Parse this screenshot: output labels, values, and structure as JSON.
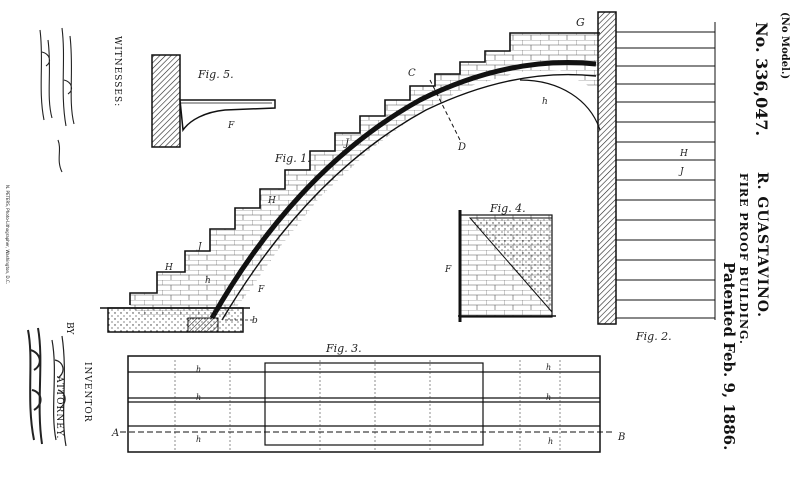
{
  "header": {
    "model_note": "(No Model.)",
    "patent_number": "No. 336,047.",
    "inventor_name": "R. GUASTAVINO.",
    "title": "FIRE PROOF BUILDING.",
    "patent_date": "Patented Feb. 9, 1886."
  },
  "figures": {
    "fig1": "Fig. 1.",
    "fig2": "Fig. 2.",
    "fig3": "Fig. 3.",
    "fig4": "Fig. 4.",
    "fig5": "Fig. 5."
  },
  "letters": {
    "A": "A",
    "B": "B",
    "C": "C",
    "D": "D",
    "F": "F",
    "G": "G",
    "H": "H",
    "J": "J",
    "b": "b",
    "h": "h"
  },
  "signatures": {
    "witnesses_label": "WITNESSES:",
    "inventor_label": "INVENTOR",
    "by_label": "BY",
    "attorney_label": "ATTORNEY.",
    "printer_note": "N. PETERS, Photo-Lithographer, Washington, D.C."
  },
  "colors": {
    "ink": "#111111",
    "paper": "#ffffff"
  }
}
